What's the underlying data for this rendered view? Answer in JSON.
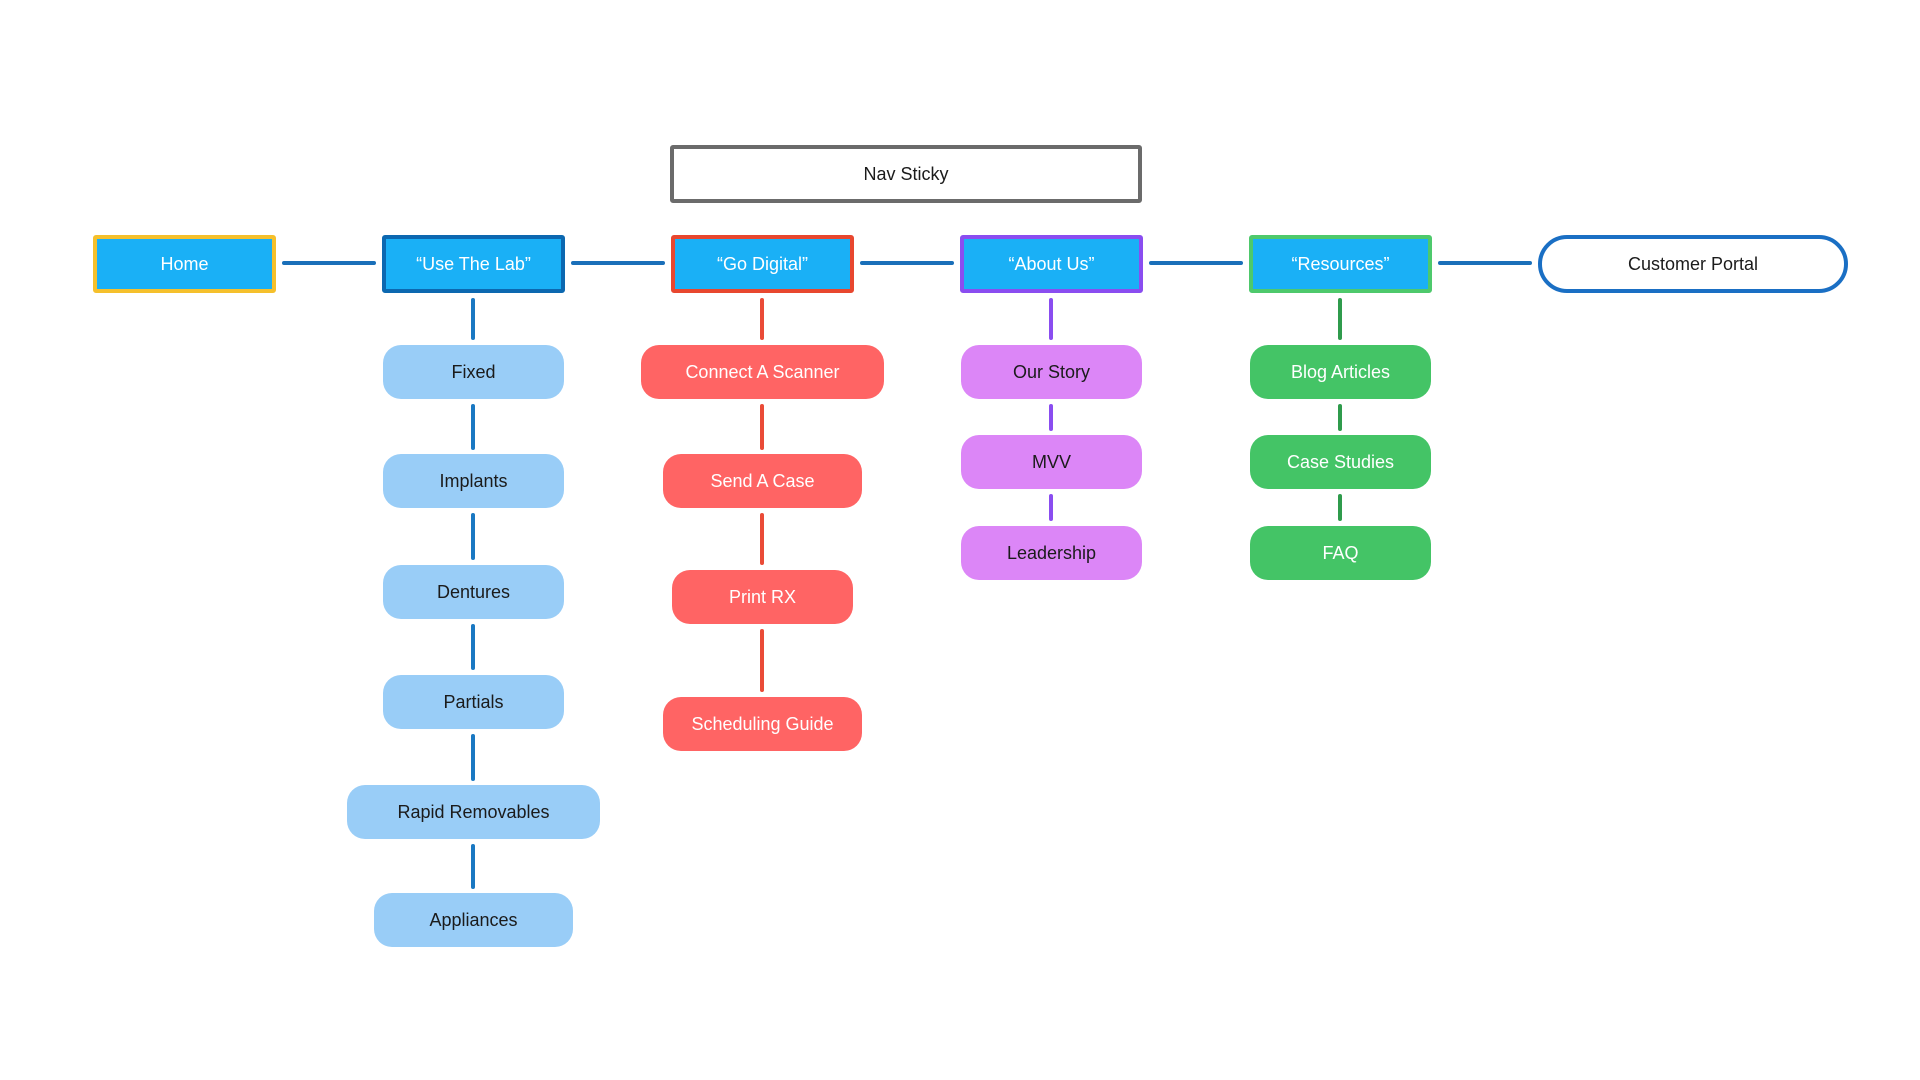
{
  "nav": {
    "label": "Nav Sticky"
  },
  "top_items": [
    "Home",
    "“Use The Lab”",
    "“Go Digital”",
    "“About Us”",
    "“Resources”",
    "Customer Portal"
  ],
  "use_the_lab": [
    "Fixed",
    "Implants",
    "Dentures",
    "Partials",
    "Rapid Removables",
    "Appliances"
  ],
  "go_digital": [
    "Connect A Scanner",
    "Send A Case",
    "Print RX",
    "Scheduling Guide"
  ],
  "about_us": [
    "Our Story",
    "MVV",
    "Leadership"
  ],
  "resources": [
    "Blog Articles",
    "Case Studies",
    "FAQ"
  ],
  "colors": {
    "top_fill": "#1ab0f6",
    "home_border": "#f5c02c",
    "use_the_lab_border": "#0c68b0",
    "go_digital_border": "#e8472f",
    "about_us_border": "#8a4df0",
    "resources_border": "#4ec96c",
    "portal_border": "#1a6fc4",
    "nav_border": "#6b6b6b"
  }
}
